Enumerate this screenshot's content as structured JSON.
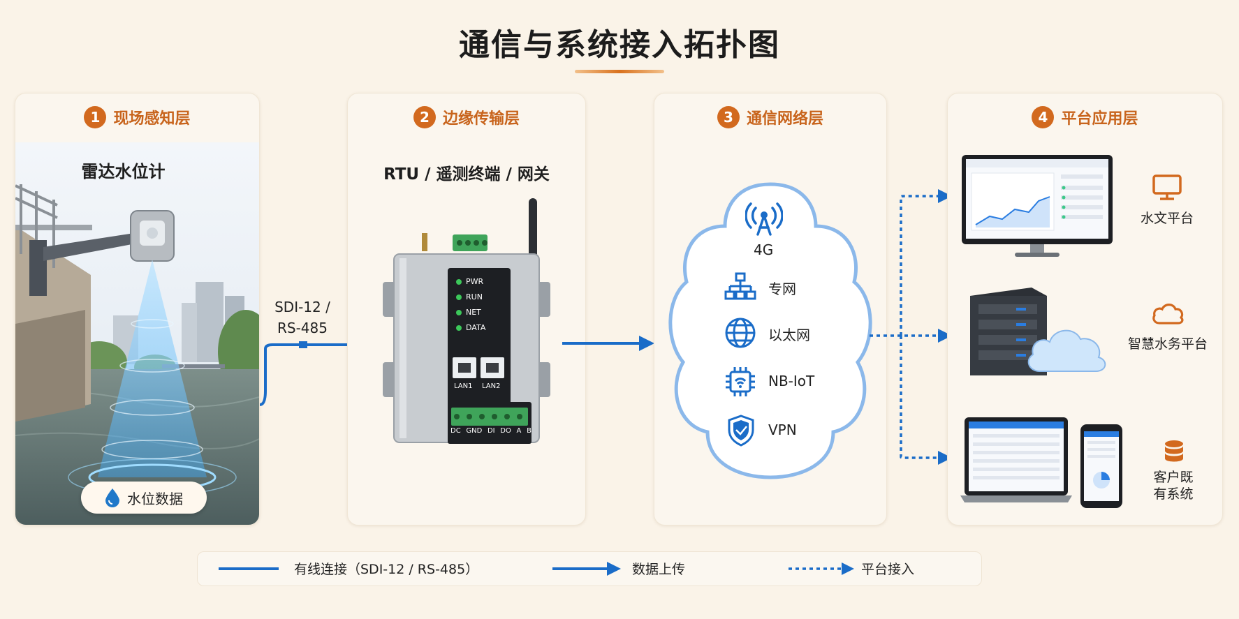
{
  "title": "通信与系统接入拓扑图",
  "layers": [
    {
      "num": "1",
      "title": "现场感知层"
    },
    {
      "num": "2",
      "title": "边缘传输层"
    },
    {
      "num": "3",
      "title": "通信网络层"
    },
    {
      "num": "4",
      "title": "平台应用层"
    }
  ],
  "sensor": {
    "title": "雷达水位计",
    "badge": "水位数据"
  },
  "link_label_line1": "SDI-12 /",
  "link_label_line2": "RS-485",
  "rtu": {
    "title": "RTU / 遥测终端 / 网关",
    "leds": [
      "PWR",
      "RUN",
      "NET",
      "DATA"
    ],
    "ports": [
      "LAN1",
      "LAN2"
    ],
    "terminals": [
      "DC",
      "GND",
      "DI",
      "DO",
      "A",
      "B"
    ]
  },
  "network": {
    "items": [
      {
        "icon": "tower-icon",
        "label": "4G"
      },
      {
        "icon": "network-tree-icon",
        "label": "专网"
      },
      {
        "icon": "globe-icon",
        "label": "以太网"
      },
      {
        "icon": "chip-icon",
        "label": "NB-IoT"
      },
      {
        "icon": "shield-icon",
        "label": "VPN"
      }
    ]
  },
  "platforms": [
    {
      "icon": "monitor-icon",
      "label": "水文平台"
    },
    {
      "icon": "cloud-icon",
      "label": "智慧水务平台"
    },
    {
      "icon": "database-icon",
      "label_line1": "客户既",
      "label_line2": "有系统"
    }
  ],
  "legend": {
    "wired": "有线连接（SDI-12 / RS-485）",
    "upload": "数据上传",
    "access": "平台接入"
  },
  "colors": {
    "accent": "#d2691e",
    "line_blue": "#1a6cc8",
    "cloud_border": "#8bb8ea"
  }
}
